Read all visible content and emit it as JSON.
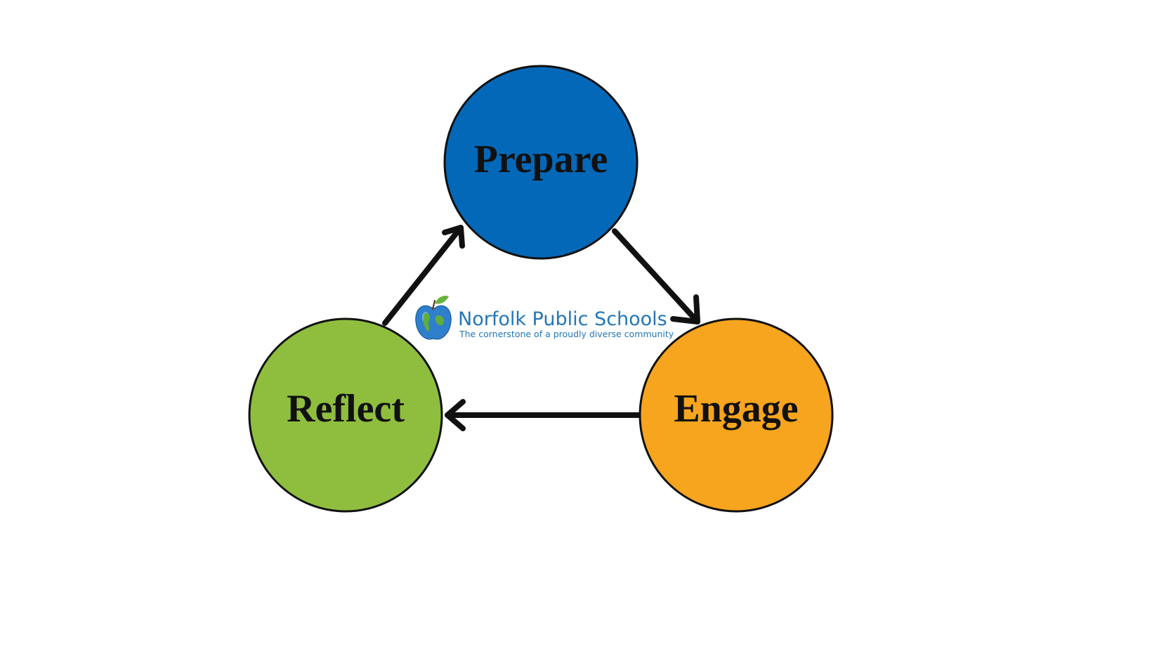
{
  "nodes": {
    "prepare": {
      "label": "Prepare",
      "color": "#0468b8"
    },
    "engage": {
      "label": "Engage",
      "color": "#f7a41f"
    },
    "reflect": {
      "label": "Reflect",
      "color": "#8fbe3f"
    }
  },
  "logo": {
    "name": "Norfolk Public Schools",
    "tagline": "The cornerstone of a proudly diverse community",
    "icon": "apple-globe-icon",
    "color": "#2276b8"
  },
  "colors": {
    "outline": "#111111",
    "arrow": "#111111",
    "background": "#ffffff"
  }
}
